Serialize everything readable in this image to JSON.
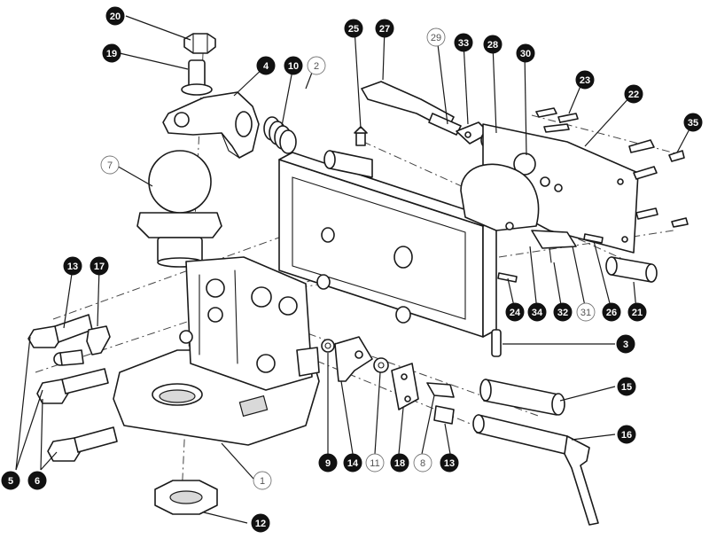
{
  "callouts": [
    {
      "id": "c20",
      "label": "20",
      "style": "filled"
    },
    {
      "id": "c19",
      "label": "19",
      "style": "filled"
    },
    {
      "id": "c4",
      "label": "4",
      "style": "filled"
    },
    {
      "id": "c10",
      "label": "10",
      "style": "filled"
    },
    {
      "id": "c2",
      "label": "2",
      "style": "outline"
    },
    {
      "id": "c7",
      "label": "7",
      "style": "outline"
    },
    {
      "id": "c25",
      "label": "25",
      "style": "filled"
    },
    {
      "id": "c27",
      "label": "27",
      "style": "filled"
    },
    {
      "id": "c29",
      "label": "29",
      "style": "outline"
    },
    {
      "id": "c33",
      "label": "33",
      "style": "filled"
    },
    {
      "id": "c28",
      "label": "28",
      "style": "filled"
    },
    {
      "id": "c30",
      "label": "30",
      "style": "filled"
    },
    {
      "id": "c23",
      "label": "23",
      "style": "filled"
    },
    {
      "id": "c22",
      "label": "22",
      "style": "filled"
    },
    {
      "id": "c35",
      "label": "35",
      "style": "filled"
    },
    {
      "id": "c13a",
      "label": "13",
      "style": "filled"
    },
    {
      "id": "c17",
      "label": "17",
      "style": "filled"
    },
    {
      "id": "c24",
      "label": "24",
      "style": "filled"
    },
    {
      "id": "c34",
      "label": "34",
      "style": "filled"
    },
    {
      "id": "c32",
      "label": "32",
      "style": "filled"
    },
    {
      "id": "c31",
      "label": "31",
      "style": "outline"
    },
    {
      "id": "c26",
      "label": "26",
      "style": "filled"
    },
    {
      "id": "c21",
      "label": "21",
      "style": "filled"
    },
    {
      "id": "c3",
      "label": "3",
      "style": "filled"
    },
    {
      "id": "c15",
      "label": "15",
      "style": "filled"
    },
    {
      "id": "c16",
      "label": "16",
      "style": "filled"
    },
    {
      "id": "c5",
      "label": "5",
      "style": "filled"
    },
    {
      "id": "c6",
      "label": "6",
      "style": "filled"
    },
    {
      "id": "c1",
      "label": "1",
      "style": "outline"
    },
    {
      "id": "c9",
      "label": "9",
      "style": "filled"
    },
    {
      "id": "c14",
      "label": "14",
      "style": "filled"
    },
    {
      "id": "c11",
      "label": "11",
      "style": "outline"
    },
    {
      "id": "c18",
      "label": "18",
      "style": "filled"
    },
    {
      "id": "c8",
      "label": "8",
      "style": "outline"
    },
    {
      "id": "c13b",
      "label": "13",
      "style": "filled"
    },
    {
      "id": "c12",
      "label": "12",
      "style": "filled"
    }
  ],
  "colors": {
    "filled": "#111111",
    "outline": "#ffffff",
    "stroke": "#1a1a1a",
    "filled_text": "#ffffff",
    "outline_text": "#555555"
  }
}
